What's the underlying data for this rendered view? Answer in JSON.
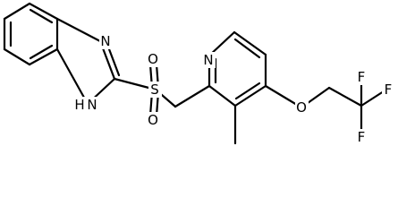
{
  "molecule": {
    "atoms": {
      "imidazole_n": "N",
      "imidazole_nh": "H",
      "imidazole_nh_n": "N",
      "sulfonyl_s": "S",
      "sulfonyl_o_top": "O",
      "sulfonyl_o_bottom": "O",
      "pyridine_n": "N",
      "ether_o": "O",
      "fluorine_top": "F",
      "fluorine_right": "F",
      "fluorine_bottom": "F"
    }
  }
}
